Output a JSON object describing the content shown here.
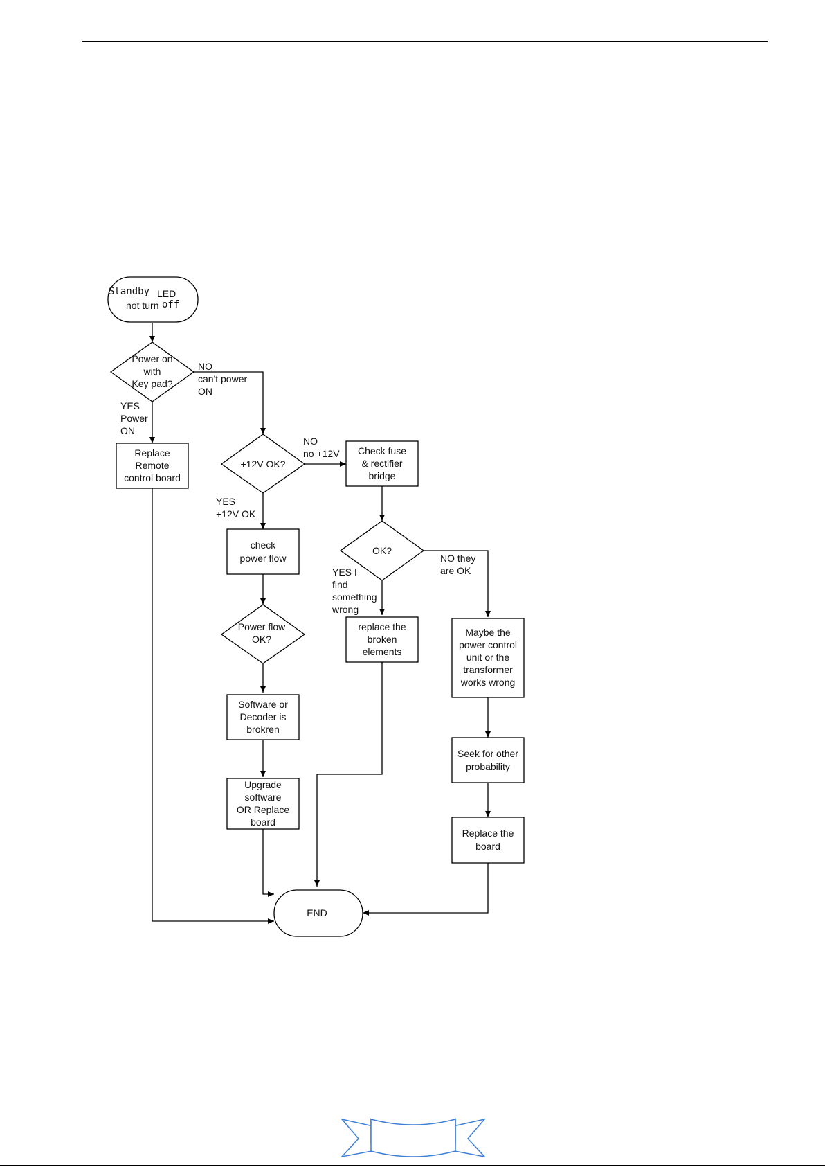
{
  "nodes": {
    "start": {
      "line1_a": "Standby",
      "line1_b": "LED",
      "line2_a": "not turn",
      "line2_b": "off"
    },
    "decision_power_keypad": [
      "Power on",
      "with",
      "Key pad?"
    ],
    "replace_remote_board": [
      "Replace",
      "Remote",
      "control board"
    ],
    "decision_12v": [
      "+12V OK?"
    ],
    "check_fuse": [
      "Check fuse",
      "& rectifier",
      "bridge"
    ],
    "check_power_flow": [
      "check",
      "power flow"
    ],
    "decision_ok": [
      "OK?"
    ],
    "decision_power_flow": [
      "Power flow",
      "OK?"
    ],
    "replace_broken": [
      "replace the",
      "broken",
      "elements"
    ],
    "maybe_power_unit": [
      "Maybe the",
      "power control",
      "unit or the",
      "transformer",
      "works wrong"
    ],
    "software_broken": [
      "Software or",
      "Decoder is",
      "brokren"
    ],
    "seek_other": [
      "Seek for other",
      "probability"
    ],
    "upgrade_software": [
      "Upgrade",
      "software",
      "OR Replace",
      "board"
    ],
    "replace_board": [
      "Replace the",
      "board"
    ],
    "end": [
      "END"
    ]
  },
  "edge_labels": {
    "keypad_no": [
      "NO",
      "can't power",
      "ON"
    ],
    "keypad_yes": [
      "YES",
      "Power",
      "ON"
    ],
    "v12_no": [
      "NO",
      "no +12V"
    ],
    "v12_yes": [
      "YES",
      "+12V OK"
    ],
    "ok_no": [
      "NO they",
      "are OK"
    ],
    "ok_yes": [
      "YES I",
      "find",
      "something",
      "wrong"
    ]
  }
}
